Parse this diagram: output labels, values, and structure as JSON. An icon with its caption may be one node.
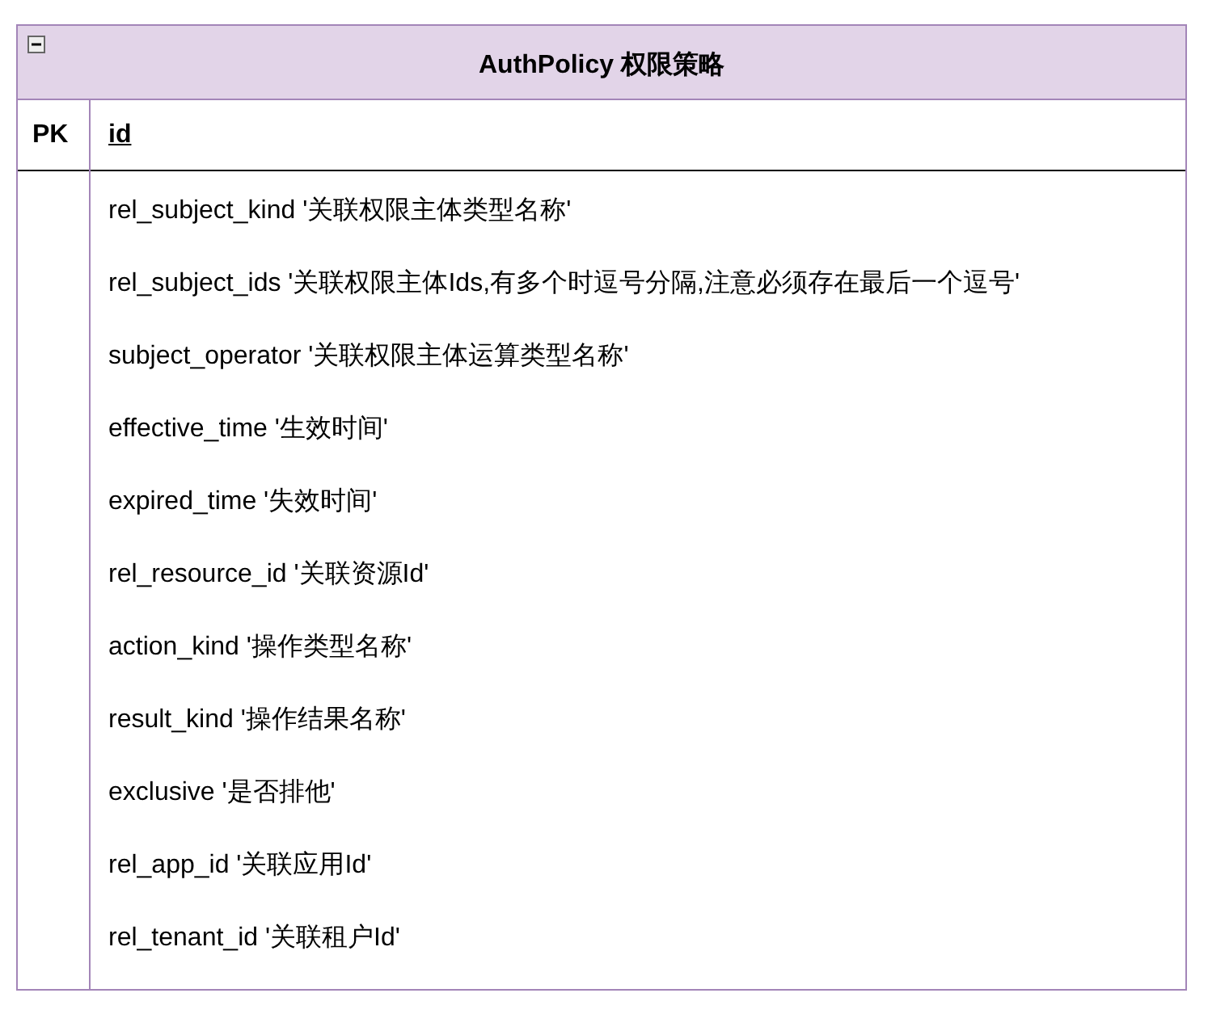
{
  "diagram": {
    "nodes": [
      {
        "text": [
          "AuthPolicy 权限策略",
          "PK",
          "id",
          "rel_subject_kind '关联权限主体类型名称'",
          "rel_subject_ids '关联权限主体Ids,有多个时逗号分隔,注意必须存在最后一个逗号'",
          "subject_operator '关联权限主体运算类型名称'",
          "effective_time '生效时间'",
          "expired_time '失效时间'",
          "rel_resource_id '关联资源Id'",
          "action_kind '操作类型名称'",
          "result_kind '操作结果名称'",
          "exclusive '是否排他'",
          "rel_app_id '关联应用Id'",
          "rel_tenant_id '关联租户Id'"
        ]
      }
    ]
  }
}
